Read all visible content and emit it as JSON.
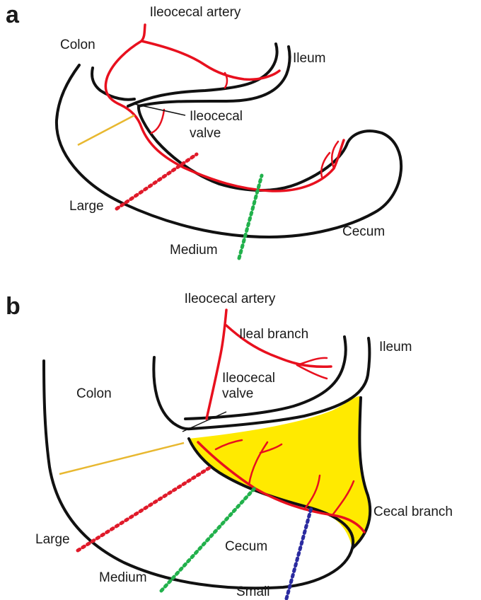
{
  "colors": {
    "artery": "#e8101e",
    "large": "#e01a2a",
    "medium": "#22b14c",
    "small": "#2b2ba0",
    "yellow_line": "#e8b830",
    "yellow_fill": "#ffea00"
  },
  "panel_a": {
    "letter": "a",
    "labels": {
      "ileocecal_artery": "Ileocecal artery",
      "colon": "Colon",
      "ileum": "Ileum",
      "valve_line1": "Ileocecal",
      "valve_line2": "valve",
      "large": "Large",
      "medium": "Medium",
      "cecum": "Cecum"
    }
  },
  "panel_b": {
    "letter": "b",
    "labels": {
      "ileocecal_artery": "Ileocecal artery",
      "ileal_branch": "Ileal branch",
      "ileum": "Ileum",
      "colon": "Colon",
      "valve_line1": "Ileocecal",
      "valve_line2": "valve",
      "cecal_branch": "Cecal branch",
      "large": "Large",
      "cecum": "Cecum",
      "medium": "Medium",
      "small": "Small"
    }
  }
}
